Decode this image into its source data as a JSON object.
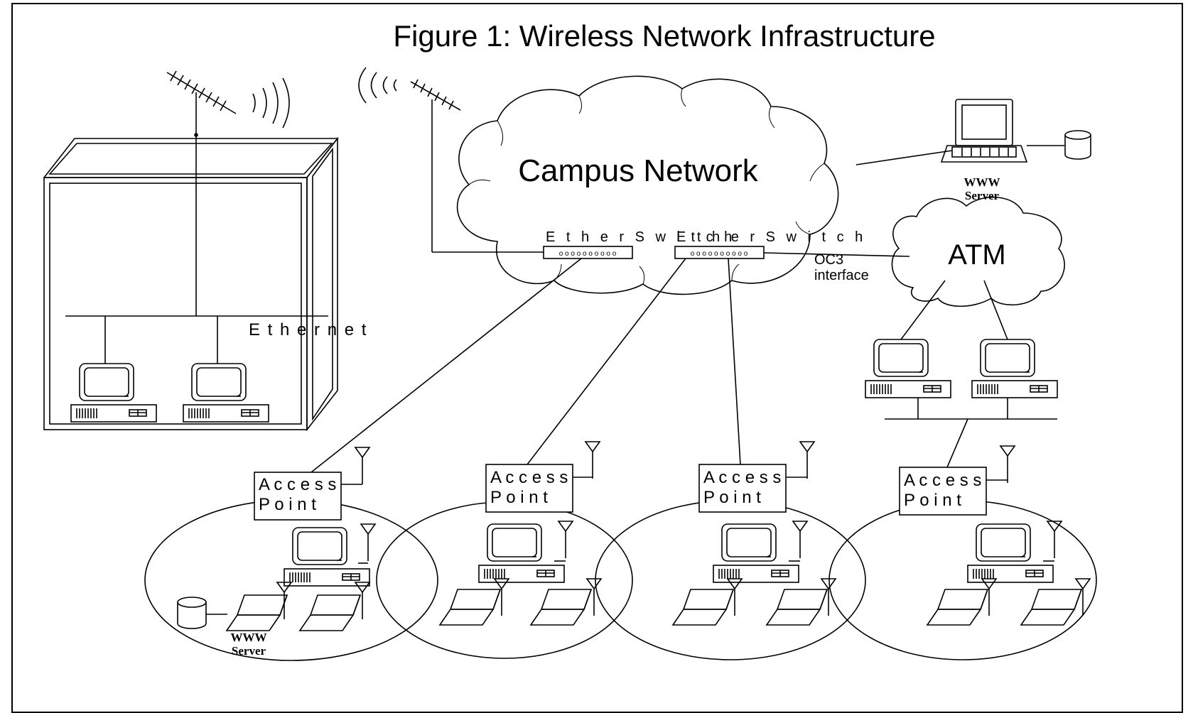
{
  "figure": {
    "title": "Figure 1: Wireless Network Infrastructure"
  },
  "labels": {
    "campus_network": "Campus Network",
    "atm": "ATM",
    "ether_switch_left": "E t h e r  S w i t c h",
    "ether_switch_right": "E t h e r  S w i t c h",
    "oc3_line1": "OC3",
    "oc3_line2": "interface",
    "ethernet": "E t h e r n e t",
    "www_server_top_line1": "WWW",
    "www_server_top_line2": "Server",
    "www_server_bottom_line1": "WWW",
    "www_server_bottom_line2": "Server"
  },
  "access_points": [
    {
      "line1": "A c c e s s",
      "line2": "P o i n t"
    },
    {
      "line1": "A c c e s s",
      "line2": "P o i n t"
    },
    {
      "line1": "A c c e s s",
      "line2": "P o i n t"
    },
    {
      "line1": "A c c e s s",
      "line2": "P o i n t"
    }
  ],
  "colors": {
    "stroke": "#000000",
    "background": "#ffffff"
  }
}
